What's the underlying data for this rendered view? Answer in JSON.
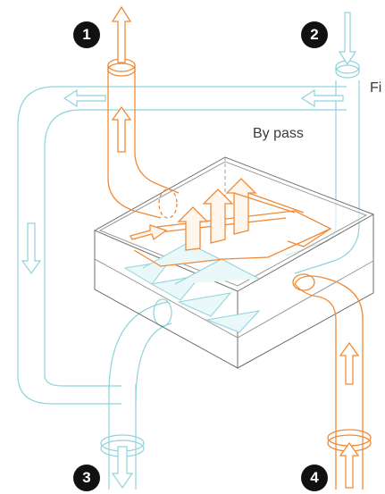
{
  "badges": {
    "one": "1",
    "two": "2",
    "three": "3",
    "four": "4"
  },
  "labels": {
    "bypass": "By pass",
    "filter_partial": "Fi"
  },
  "colors": {
    "cold_air": "#8fd3dc",
    "warm_air": "#f08a35",
    "housing": "#6e6e6e",
    "badge_bg": "#111111"
  },
  "icons": [
    "arrow-up-icon",
    "arrow-down-icon",
    "arrow-left-icon"
  ]
}
